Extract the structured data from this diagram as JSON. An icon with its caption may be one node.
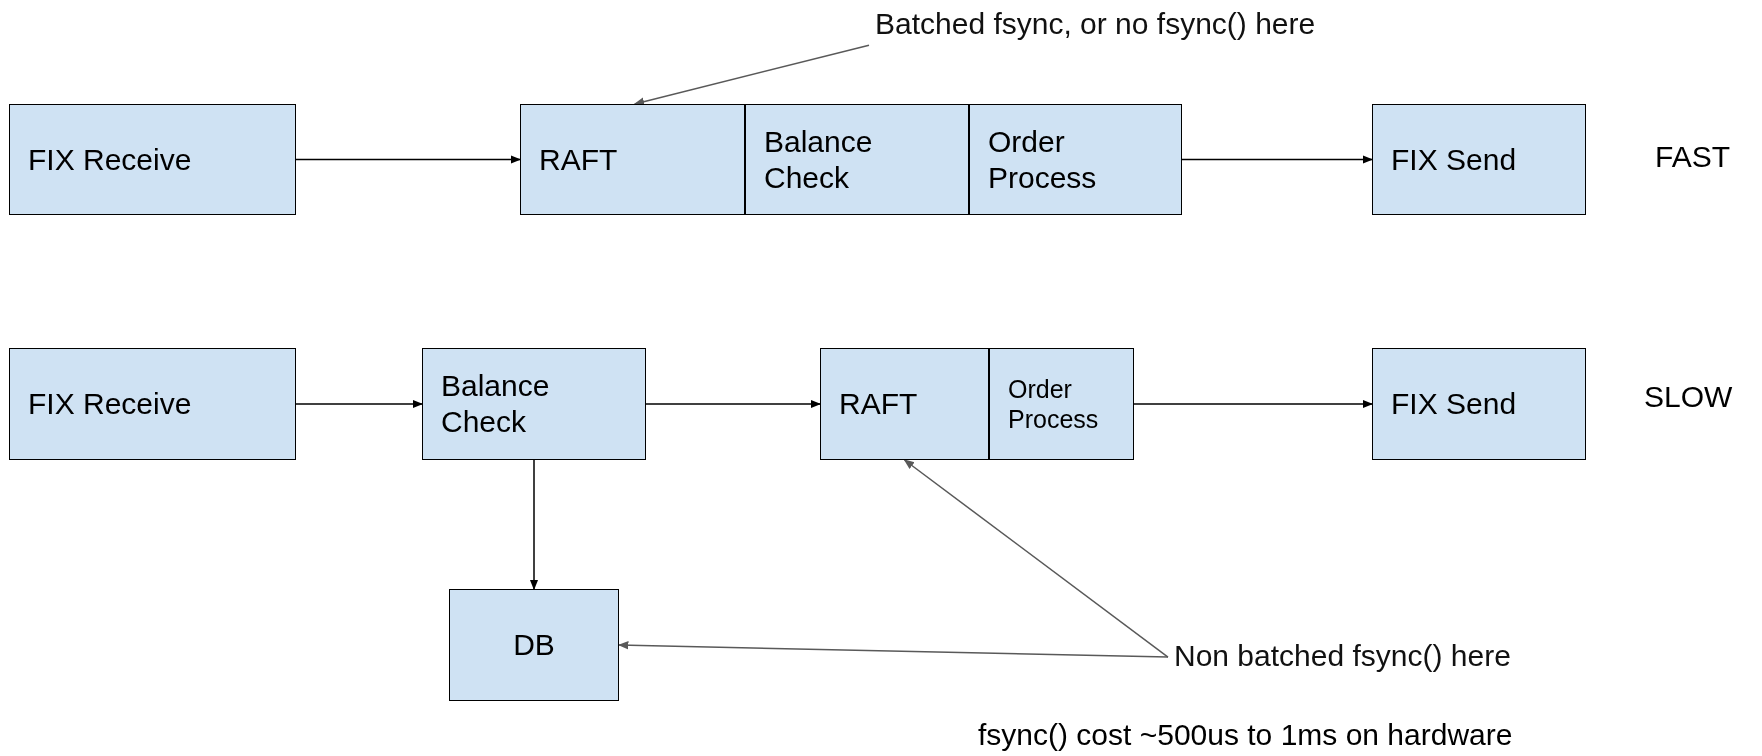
{
  "diagram": {
    "nodes": [
      {
        "text": [
          "Batched fsync, or no fsync() here"
        ]
      },
      {
        "text": [
          "FIX Receive"
        ]
      },
      {
        "text": [
          "RAFT"
        ]
      },
      {
        "text": [
          "Balance Check"
        ]
      },
      {
        "text": [
          "Order Process"
        ]
      },
      {
        "text": [
          "FIX Send"
        ]
      },
      {
        "text": [
          "FIX Receive"
        ]
      },
      {
        "text": [
          "Balance Check"
        ]
      },
      {
        "text": [
          "RAFT"
        ]
      },
      {
        "text": [
          "Order Process"
        ]
      },
      {
        "text": [
          "FIX Send"
        ]
      },
      {
        "text": [
          "DB"
        ]
      },
      {
        "text": [
          "Non batched fsync() here"
        ]
      }
    ],
    "edges": [
      {
        "from": 1,
        "to": 2,
        "arrow": "to"
      },
      {
        "from": 4,
        "to": 5,
        "arrow": "to"
      },
      {
        "from": 6,
        "to": 7,
        "arrow": "to"
      },
      {
        "from": 7,
        "to": 8,
        "arrow": "to"
      },
      {
        "from": 9,
        "to": 10,
        "arrow": "to"
      },
      {
        "from": 7,
        "to": 11,
        "arrow": "to"
      },
      {
        "from": 0,
        "to": 2,
        "arrow": "to",
        "color": "#595959"
      },
      {
        "from": 12,
        "to": 8,
        "arrow": "to",
        "color": "#595959"
      },
      {
        "from": 12,
        "to": 11,
        "arrow": "to",
        "color": "#595959"
      }
    ],
    "labels": [
      "FAST",
      "SLOW",
      "fsync() cost ~500us to 1ms on hardware"
    ]
  }
}
